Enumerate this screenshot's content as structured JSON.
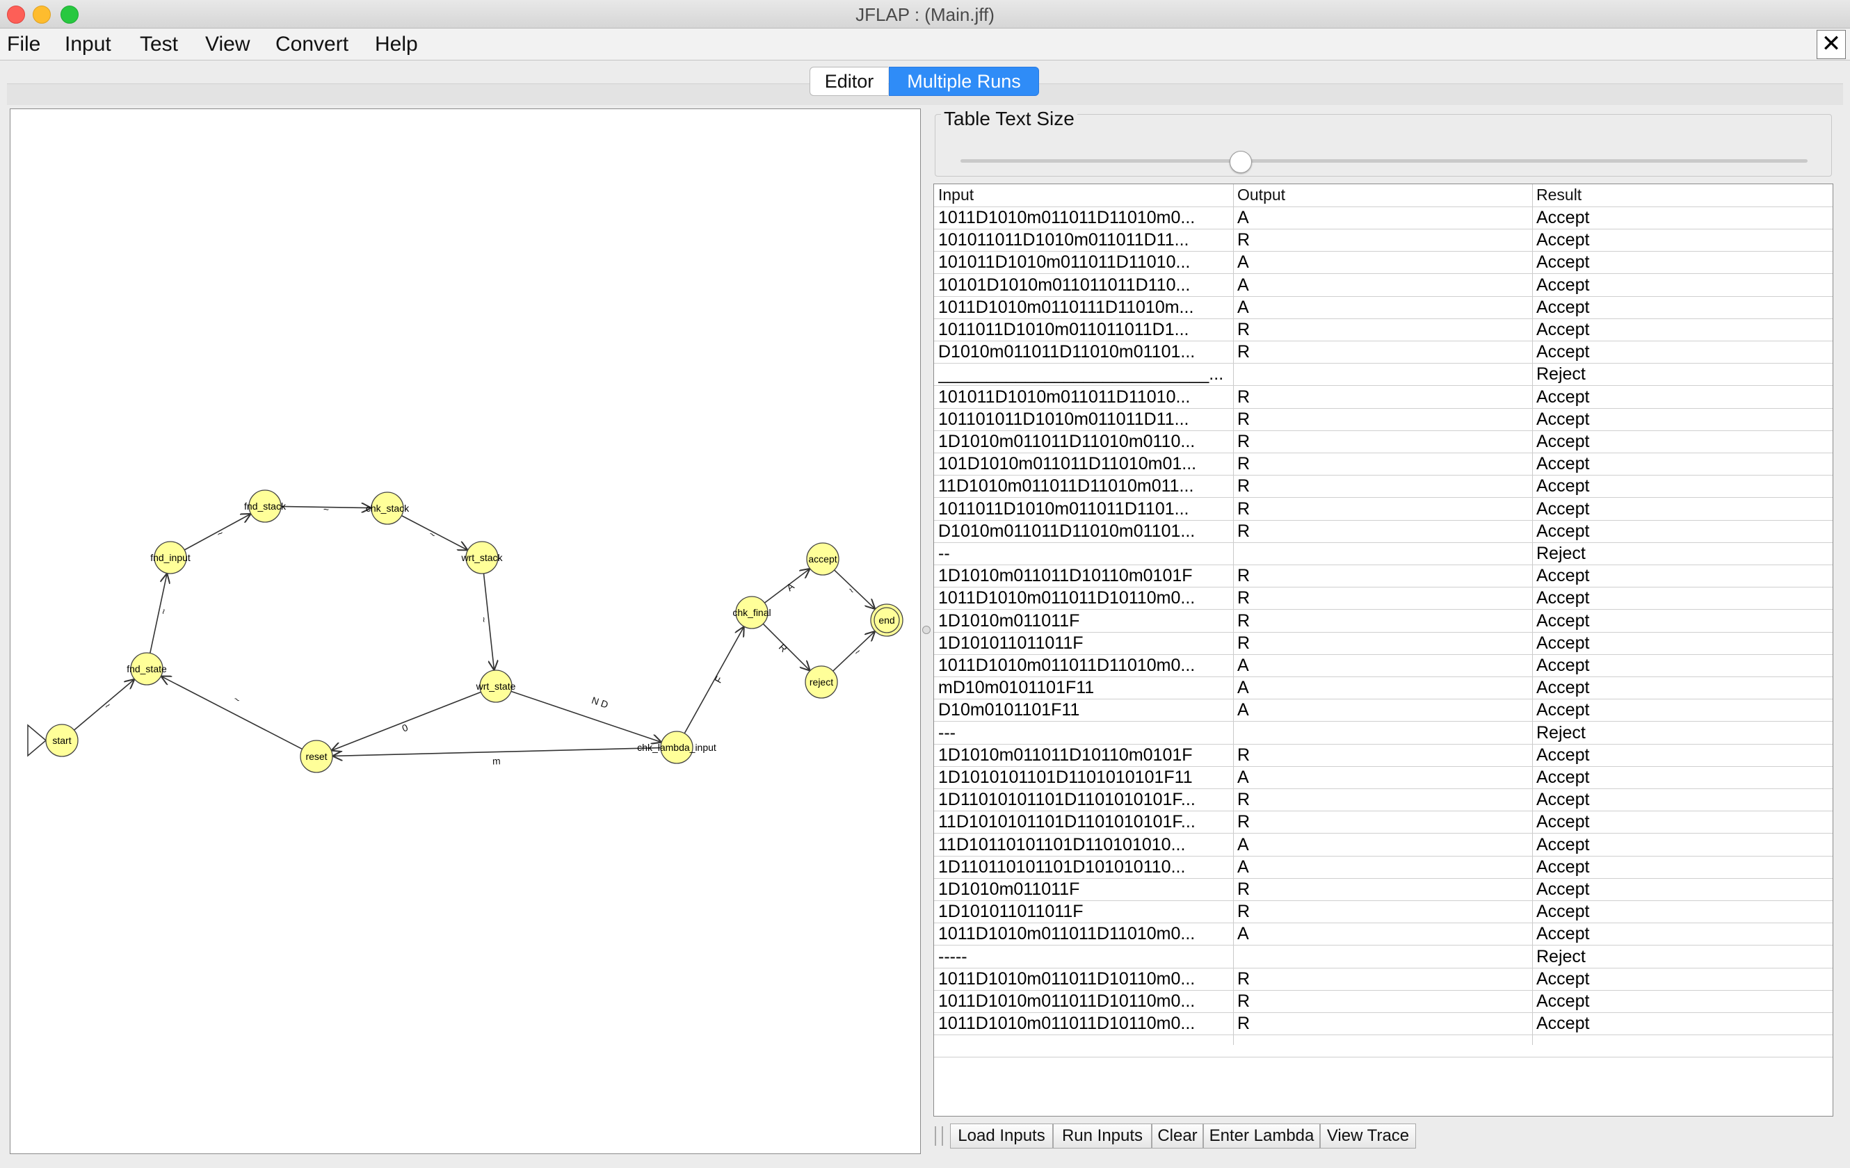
{
  "window": {
    "title": "JFLAP : (Main.jff)"
  },
  "menu": [
    "File",
    "Input",
    "Test",
    "View",
    "Convert",
    "Help"
  ],
  "close_glyph": "✕",
  "tabs": {
    "editor": "Editor",
    "multiple_runs": "Multiple Runs",
    "active": "Multiple Runs"
  },
  "automaton": {
    "states": [
      {
        "id": "start",
        "label": "start",
        "initial": true
      },
      {
        "id": "fnd_state",
        "label": "fnd_state"
      },
      {
        "id": "fnd_input",
        "label": "fnd_input"
      },
      {
        "id": "fnd_stack",
        "label": "fnd_stack"
      },
      {
        "id": "chk_stack",
        "label": "chk_stack"
      },
      {
        "id": "wrt_stack",
        "label": "wrt_stack"
      },
      {
        "id": "wrt_state",
        "label": "wrt_state"
      },
      {
        "id": "reset",
        "label": "reset"
      },
      {
        "id": "chk_lambda_input",
        "label": "chk_lambda_input"
      },
      {
        "id": "chk_final",
        "label": "chk_final"
      },
      {
        "id": "accept",
        "label": "accept"
      },
      {
        "id": "reject",
        "label": "reject"
      },
      {
        "id": "end",
        "label": "end",
        "final": true
      }
    ],
    "transitions": [
      {
        "from": "start",
        "to": "fnd_state",
        "label": "~"
      },
      {
        "from": "fnd_state",
        "to": "fnd_input",
        "label": "~"
      },
      {
        "from": "fnd_input",
        "to": "fnd_stack",
        "label": "~"
      },
      {
        "from": "fnd_stack",
        "to": "chk_stack",
        "label": "~"
      },
      {
        "from": "chk_stack",
        "to": "wrt_stack",
        "label": "~"
      },
      {
        "from": "wrt_stack",
        "to": "wrt_state",
        "label": "~"
      },
      {
        "from": "wrt_state",
        "to": "reset",
        "label": "0"
      },
      {
        "from": "wrt_state",
        "to": "chk_lambda_input",
        "label": "N D"
      },
      {
        "from": "chk_lambda_input",
        "to": "reset",
        "label": "m"
      },
      {
        "from": "reset",
        "to": "fnd_state",
        "label": "~"
      },
      {
        "from": "chk_lambda_input",
        "to": "chk_final",
        "label": "F"
      },
      {
        "from": "chk_final",
        "to": "accept",
        "label": "A"
      },
      {
        "from": "chk_final",
        "to": "reject",
        "label": "R"
      },
      {
        "from": "accept",
        "to": "end",
        "label": "~"
      },
      {
        "from": "reject",
        "to": "end",
        "label": "~"
      }
    ]
  },
  "table_text_size": {
    "label": "Table Text Size",
    "value_fraction": 0.33
  },
  "table": {
    "headers": [
      "Input",
      "Output",
      "Result"
    ],
    "rows": [
      [
        "1011D1010m011011D11010m0...",
        "A",
        "Accept"
      ],
      [
        "101011011D1010m011011D11...",
        "R",
        "Accept"
      ],
      [
        "101011D1010m011011D11010...",
        "A",
        "Accept"
      ],
      [
        "10101D1010m011011011D110...",
        "A",
        "Accept"
      ],
      [
        "1011D1010m0110111D11010m...",
        "A",
        "Accept"
      ],
      [
        "1011011D1010m011011011D1...",
        "R",
        "Accept"
      ],
      [
        "D1010m011011D11010m01101...",
        "R",
        "Accept"
      ],
      [
        "____________________________...",
        "",
        "Reject"
      ],
      [
        "101011D1010m011011D11010...",
        "R",
        "Accept"
      ],
      [
        "101101011D1010m011011D11...",
        "R",
        "Accept"
      ],
      [
        "1D1010m011011D11010m0110...",
        "R",
        "Accept"
      ],
      [
        "101D1010m011011D11010m01...",
        "R",
        "Accept"
      ],
      [
        "11D1010m011011D11010m011...",
        "R",
        "Accept"
      ],
      [
        "1011011D1010m011011D1101...",
        "R",
        "Accept"
      ],
      [
        "D1010m011011D11010m01101...",
        "R",
        "Accept"
      ],
      [
        "--",
        "",
        "Reject"
      ],
      [
        "1D1010m011011D10110m0101F",
        "R",
        "Accept"
      ],
      [
        "1011D1010m011011D10110m0...",
        "R",
        "Accept"
      ],
      [
        "1D1010m011011F",
        "R",
        "Accept"
      ],
      [
        "1D101011011011F",
        "R",
        "Accept"
      ],
      [
        "1011D1010m011011D11010m0...",
        "A",
        "Accept"
      ],
      [
        "mD10m0101101F11",
        "A",
        "Accept"
      ],
      [
        "D10m0101101F11",
        "A",
        "Accept"
      ],
      [
        "---",
        "",
        "Reject"
      ],
      [
        "1D1010m011011D10110m0101F",
        "R",
        "Accept"
      ],
      [
        "1D1010101101D1101010101F11",
        "A",
        "Accept"
      ],
      [
        "1D11010101101D1101010101F...",
        "R",
        "Accept"
      ],
      [
        "11D1010101101D1101010101F...",
        "R",
        "Accept"
      ],
      [
        "11D10110101101D110101010...",
        "A",
        "Accept"
      ],
      [
        "1D110110101101D101010110...",
        "A",
        "Accept"
      ],
      [
        "1D1010m011011F",
        "R",
        "Accept"
      ],
      [
        "1D101011011011F",
        "R",
        "Accept"
      ],
      [
        "1011D1010m011011D11010m0...",
        "A",
        "Accept"
      ],
      [
        "-----",
        "",
        "Reject"
      ],
      [
        "1011D1010m011011D10110m0...",
        "R",
        "Accept"
      ],
      [
        "1011D1010m011011D10110m0...",
        "R",
        "Accept"
      ],
      [
        "1011D1010m011011D10110m0...",
        "R",
        "Accept"
      ],
      [
        "",
        "",
        ""
      ]
    ]
  },
  "buttons": [
    "Load Inputs",
    "Run Inputs",
    "Clear",
    "Enter Lambda",
    "View Trace"
  ],
  "colors": {
    "state_fill": "#ffff99",
    "accent": "#2f8cf7"
  }
}
